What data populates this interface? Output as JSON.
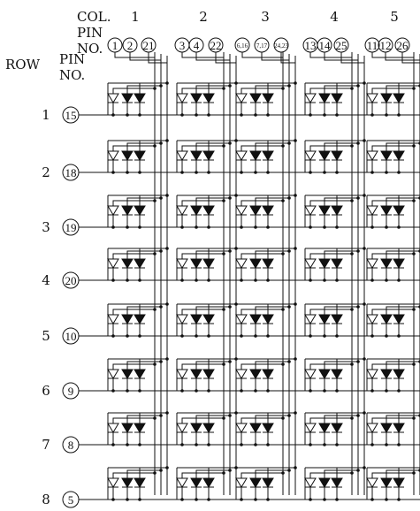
{
  "header": {
    "col_label": "COL.",
    "pin_label_line1": "PIN",
    "pin_label_line2": "NO.",
    "row_label": "ROW",
    "row_pin_label_line1": "PIN",
    "row_pin_label_line2": "NO."
  },
  "columns": [
    {
      "number": "1",
      "pins": [
        "1",
        "2",
        "21"
      ]
    },
    {
      "number": "2",
      "pins": [
        "3",
        "4",
        "22"
      ]
    },
    {
      "number": "3",
      "pins": [
        "6,16",
        "7,17",
        "24,23"
      ]
    },
    {
      "number": "4",
      "pins": [
        "13",
        "14",
        "25"
      ]
    },
    {
      "number": "5",
      "pins": [
        "11",
        "12",
        "26"
      ]
    }
  ],
  "rows": [
    {
      "number": "1",
      "pin": "15"
    },
    {
      "number": "2",
      "pin": "18"
    },
    {
      "number": "3",
      "pin": "19"
    },
    {
      "number": "4",
      "pin": "20"
    },
    {
      "number": "5",
      "pin": "10"
    },
    {
      "number": "6",
      "pin": "9"
    },
    {
      "number": "7",
      "pin": "8"
    },
    {
      "number": "8",
      "pin": "5"
    }
  ],
  "colors": {
    "ink": "#111111",
    "background": "#ffffff"
  }
}
